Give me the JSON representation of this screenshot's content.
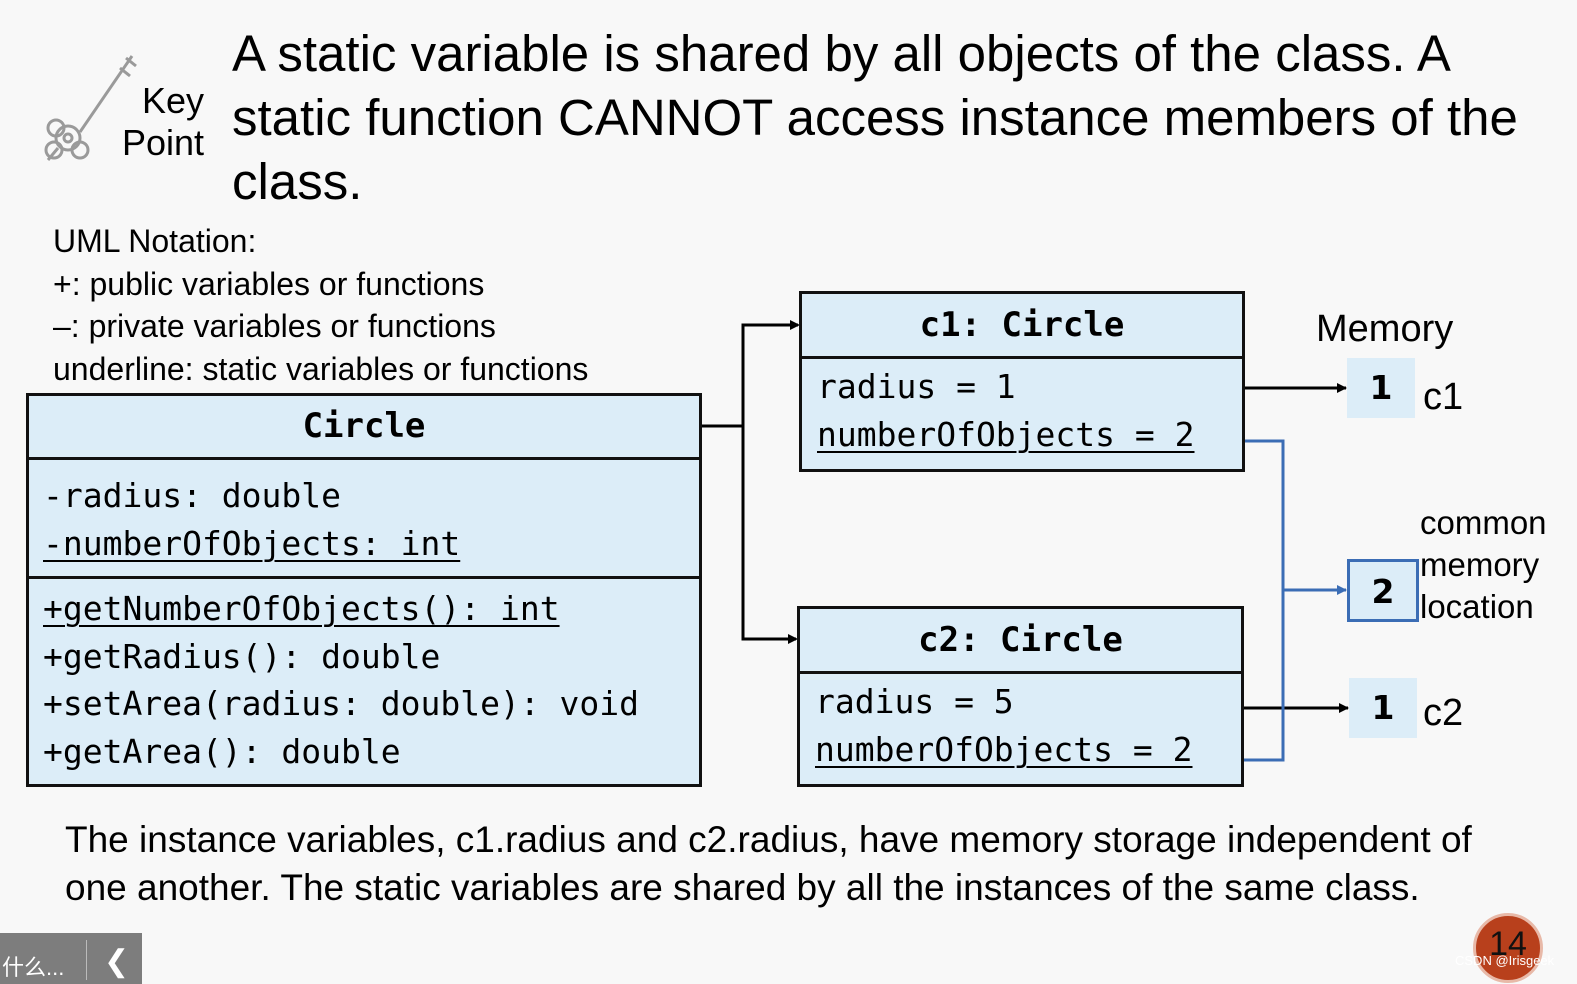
{
  "key_point": {
    "line1": "Key",
    "line2": "Point"
  },
  "headline": "A static variable is shared by all objects of the class. A static function CANNOT access instance members of the class.",
  "uml_notes": [
    "UML Notation:",
    "+: public variables or functions",
    "–: private variables or functions",
    "underline: static variables or functions"
  ],
  "class_box": {
    "title": "Circle",
    "attributes": [
      "-radius: double",
      "-numberOfObjects: int"
    ],
    "methods": [
      "+getNumberOfObjects(): int",
      "+getRadius(): double",
      "+setArea(radius: double): void",
      "+getArea(): double"
    ]
  },
  "objects": [
    {
      "title": "c1: Circle",
      "radius": "radius = 1",
      "static": "numberOfObjects = 2"
    },
    {
      "title": "c2: Circle",
      "radius": "radius = 5",
      "static": "numberOfObjects = 2"
    }
  ],
  "memory": {
    "title": "Memory",
    "c1_value": "1",
    "c1_label": "c1",
    "common_value": "2",
    "common_label": [
      "common",
      "memory",
      "location"
    ],
    "c2_value": "1",
    "c2_label": "c2"
  },
  "footer": "The instance variables, c1.radius and c2.radius, have memory storage independent of one another. The static variables are shared by all the instances of the same class.",
  "taskbar_text": "什么...",
  "page_number": "14",
  "watermark": "CSDN @Irisgeek",
  "colors": {
    "box_fill": "#dcedf8",
    "shared_link": "#3b6db5",
    "badge": "#b8401c"
  }
}
